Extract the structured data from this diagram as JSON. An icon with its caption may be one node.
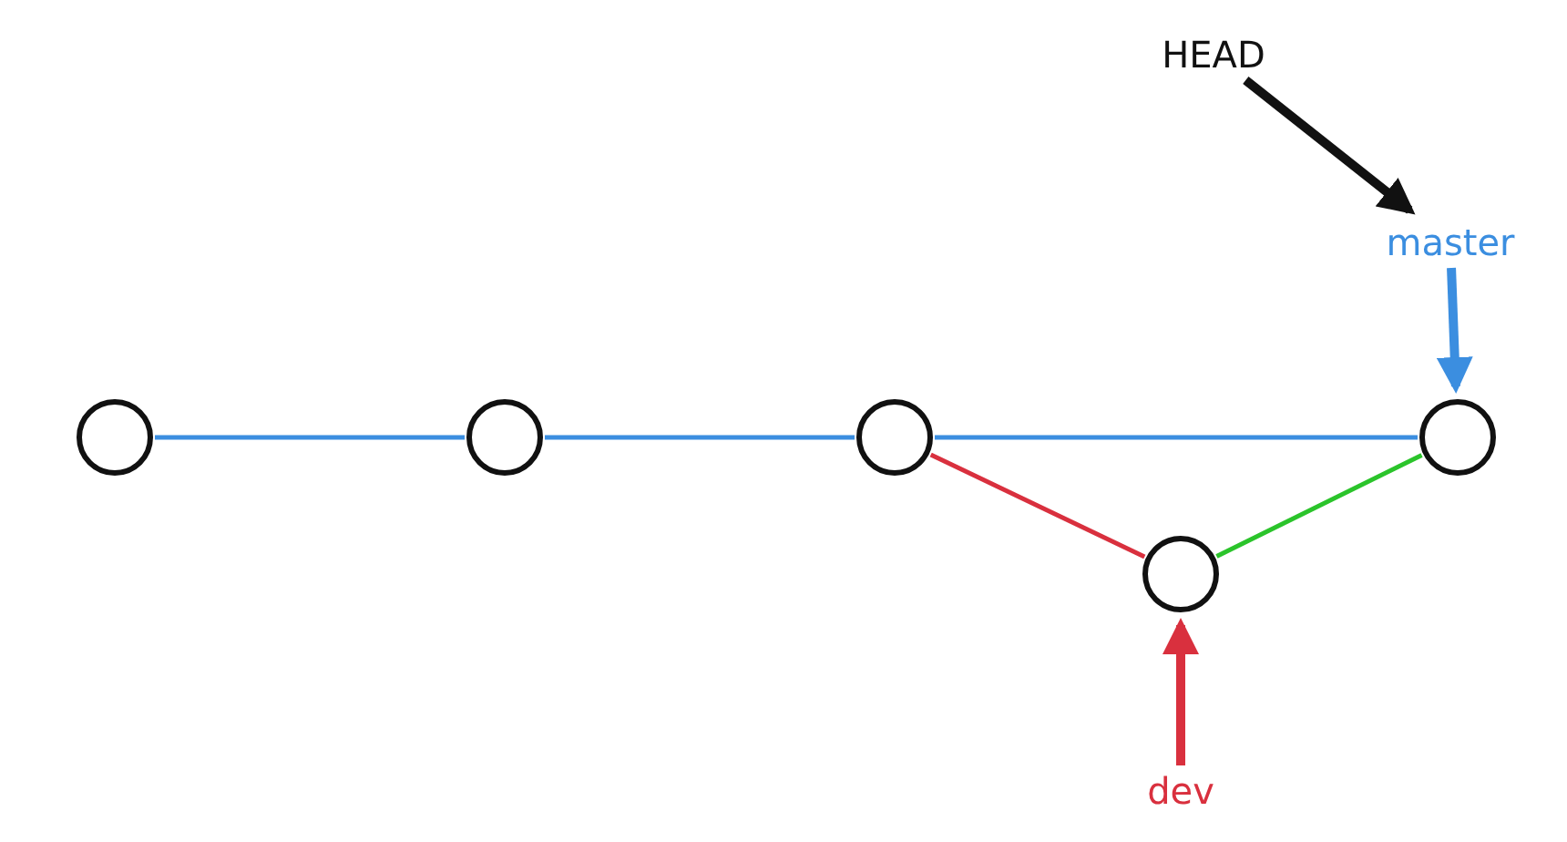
{
  "diagram": {
    "nodes": [
      {
        "text": [
          "HEAD"
        ]
      },
      {
        "text": [
          "master"
        ]
      },
      {
        "text": [
          "dev"
        ]
      },
      {
        "text": [],
        "shape": "circle"
      },
      {
        "text": [],
        "shape": "circle"
      },
      {
        "text": [],
        "shape": "circle"
      },
      {
        "text": [],
        "shape": "circle"
      },
      {
        "text": [],
        "shape": "circle"
      }
    ],
    "edges": [
      {
        "from": 0,
        "to": 1,
        "arrow": "to",
        "style": "thick",
        "color": "#111111"
      },
      {
        "from": 1,
        "to": 7,
        "arrow": "to",
        "style": "thick"
      },
      {
        "from": 2,
        "to": 6,
        "arrow": "to",
        "style": "thick",
        "color": "#d9303e"
      },
      {
        "from": 3,
        "to": 4,
        "arrow": "none"
      },
      {
        "from": 4,
        "to": 5,
        "arrow": "none"
      },
      {
        "from": 5,
        "to": 7,
        "arrow": "none"
      },
      {
        "from": 5,
        "to": 6,
        "arrow": "none",
        "color": "#d9303e"
      },
      {
        "from": 6,
        "to": 7,
        "arrow": "none",
        "color": "#2bc42b"
      }
    ]
  }
}
